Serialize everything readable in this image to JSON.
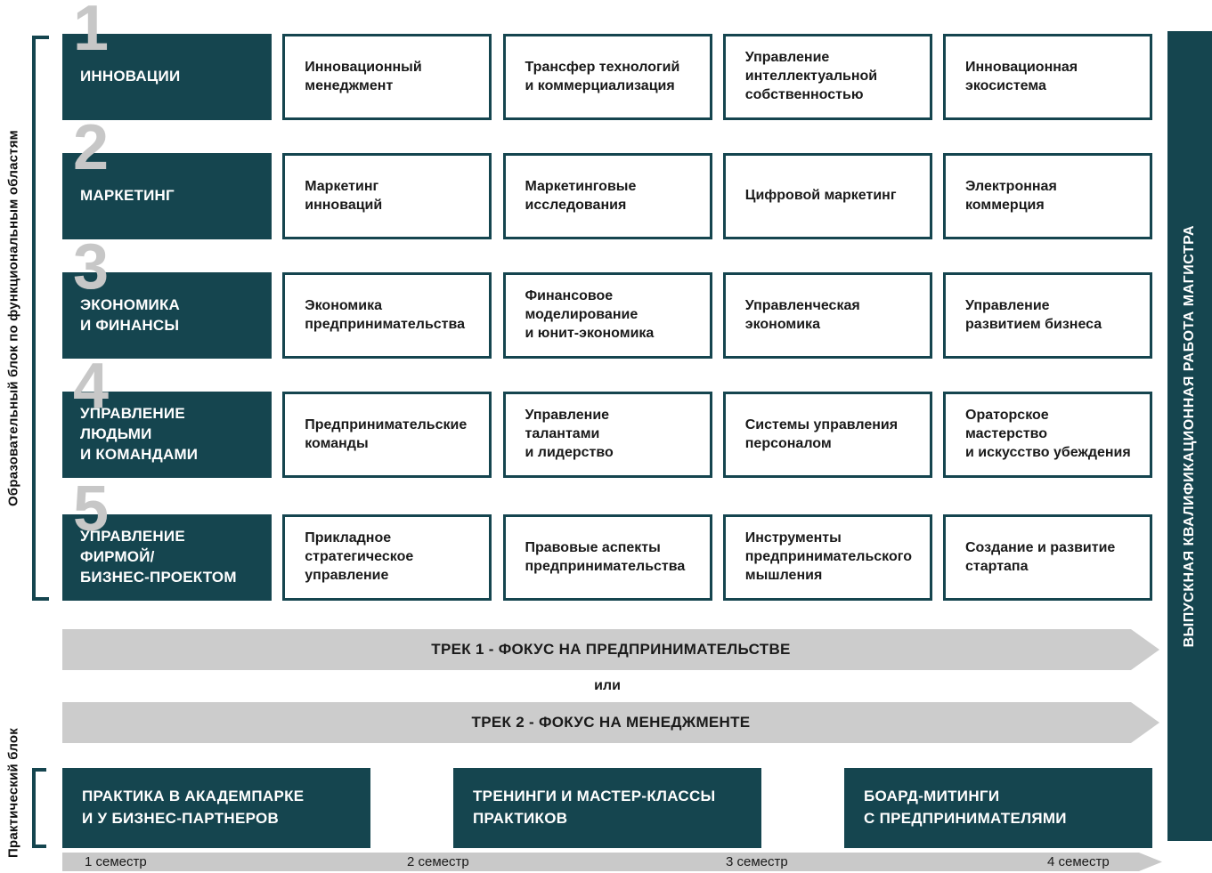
{
  "colors": {
    "teal": "#15454f",
    "arrow_gray": "#cccccc",
    "timeline_gray": "#c9c9c9",
    "digit_gray": "#c7c7c7",
    "text_dark": "#1a1a1a"
  },
  "left_labels": {
    "educational": "Образовательный блок по функциональным областям",
    "practical": "Практический блок"
  },
  "right_bar": {
    "label": "ВЫПУСКНАЯ КВАЛИФИКАЦИОННАЯ РАБОТА МАГИСТРА"
  },
  "rows": [
    {
      "number": "1",
      "title": "ИННОВАЦИИ",
      "courses": [
        "Инновационный\nменеджмент",
        "Трансфер технологий\nи коммерциализация",
        "Управление\nинтеллектуальной\nсобственностью",
        "Инновационная\nэкосистема"
      ]
    },
    {
      "number": "2",
      "title": "МАРКЕТИНГ",
      "courses": [
        "Маркетинг\nинноваций",
        "Маркетинговые\nисследования",
        "Цифровой маркетинг",
        "Электронная\nкоммерция"
      ]
    },
    {
      "number": "3",
      "title": "ЭКОНОМИКА\nИ ФИНАНСЫ",
      "courses": [
        "Экономика\nпредпринимательства",
        "Финансовое\nмоделирование\nи юнит-экономика",
        "Управленческая\nэкономика",
        "Управление\nразвитием бизнеса"
      ]
    },
    {
      "number": "4",
      "title": "УПРАВЛЕНИЕ\nЛЮДЬМИ\nИ КОМАНДАМИ",
      "courses": [
        "Предпринимательские\nкоманды",
        "Управление\nталантами\nи лидерство",
        "Системы управления\nперсоналом",
        "Ораторское\nмастерство\nи искусство убеждения"
      ]
    },
    {
      "number": "5",
      "title": "УПРАВЛЕНИЕ\nФИРМОЙ/\nБИЗНЕС-ПРОЕКТОМ",
      "courses": [
        "Прикладное\nстратегическое\nуправление",
        "Правовые аспекты\nпредпринимательства",
        "Инструменты\nпредпринимательского\nмышления",
        "Создание и развитие\nстартапа"
      ]
    }
  ],
  "tracks": {
    "track1": "ТРЕК 1 - ФОКУС НА ПРЕДПРИНИМАТЕЛЬСТВЕ",
    "or_label": "или",
    "track2": "ТРЕК 2 - ФОКУС НА МЕНЕДЖМЕНТЕ"
  },
  "practical_blocks": [
    "ПРАКТИКА В АКАДЕМПАРКЕ\nИ У БИЗНЕС-ПАРТНЕРОВ",
    "ТРЕНИНГИ И МАСТЕР-КЛАССЫ\nПРАКТИКОВ",
    "БОАРД-МИТИНГИ\nС ПРЕДПРИНИМАТЕЛЯМИ"
  ],
  "timeline": {
    "semesters": [
      "1 семестр",
      "2 семестр",
      "3 семестр",
      "4 семестр"
    ]
  }
}
